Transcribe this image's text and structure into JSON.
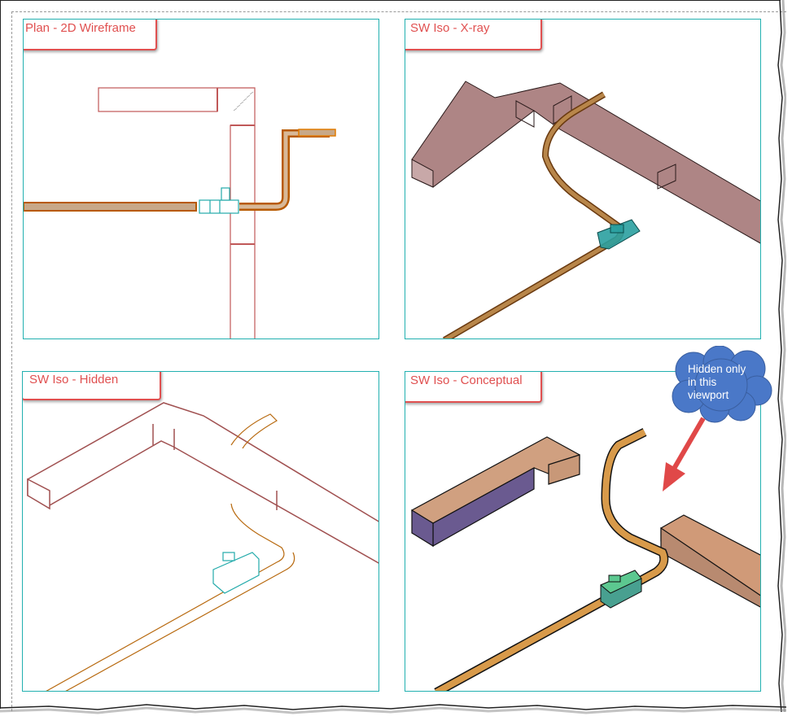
{
  "viewports": [
    {
      "id": "plan",
      "label": "Plan - 2D Wireframe",
      "visual_style": "2D Wireframe",
      "view": "Plan"
    },
    {
      "id": "xray",
      "label": "SW Iso - X-ray",
      "visual_style": "X-ray",
      "view": "SW Iso"
    },
    {
      "id": "hidden",
      "label": "SW Iso - Hidden",
      "visual_style": "Hidden",
      "view": "SW Iso"
    },
    {
      "id": "conceptual",
      "label": "SW Iso - Conceptual",
      "visual_style": "Conceptual",
      "view": "SW Iso"
    }
  ],
  "callout": {
    "lines": [
      "Hidden only",
      "in this",
      "viewport"
    ],
    "icon": "cloud-callout-icon",
    "arrow_icon": "arrow-icon"
  },
  "colors": {
    "viewport_border": "#22b0b0",
    "label_border": "#e05050",
    "label_text": "#e05050",
    "duct_wire": "#b05a5a",
    "duct_xray": "#a07070",
    "pipe": "#b86a1a",
    "pipe_conceptual": "#d89a4a",
    "fitting": "#22aaaa",
    "fitting_conceptual": "#5cc890",
    "duct_conceptual_top": "#d0a080",
    "duct_conceptual_side": "#6a5a90",
    "callout_fill": "#4a78c8",
    "arrow": "#e04848"
  }
}
